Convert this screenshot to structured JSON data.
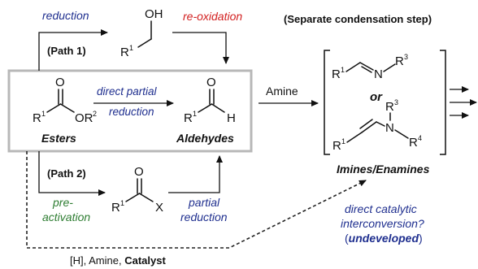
{
  "labels": {
    "reduction": "reduction",
    "re_oxidation": "re-oxidation",
    "path1": "(Path 1)",
    "path2": "(Path 2)",
    "separate_step": "(Separate condensation step)",
    "direct_partial": "direct partial",
    "reduction_word": "reduction",
    "amine": "Amine",
    "or": "or",
    "esters": "Esters",
    "aldehydes": "Aldehydes",
    "imines_enamines": "Imines/Enamines",
    "pre": "pre-",
    "activation": "activation",
    "partial": "partial",
    "partial_reduction": "reduction",
    "direct_catalytic": "direct catalytic",
    "interconversion": "interconversion?",
    "undeveloped": "undeveloped",
    "paren_open": "(",
    "paren_close": ")",
    "reagents_prefix": "[H],  Amine, ",
    "catalyst": "Catalyst"
  },
  "atoms": {
    "O": "O",
    "OH": "OH",
    "H": "H",
    "X": "X",
    "N": "N",
    "R": "R",
    "OR": "OR",
    "sup1": "1",
    "sup2": "2",
    "sup3": "3",
    "sup4": "4"
  },
  "colors": {
    "blue": "#1f2f8f",
    "red": "#d21f1f",
    "green": "#2e7d32",
    "box_border": "#b8b8b8"
  }
}
